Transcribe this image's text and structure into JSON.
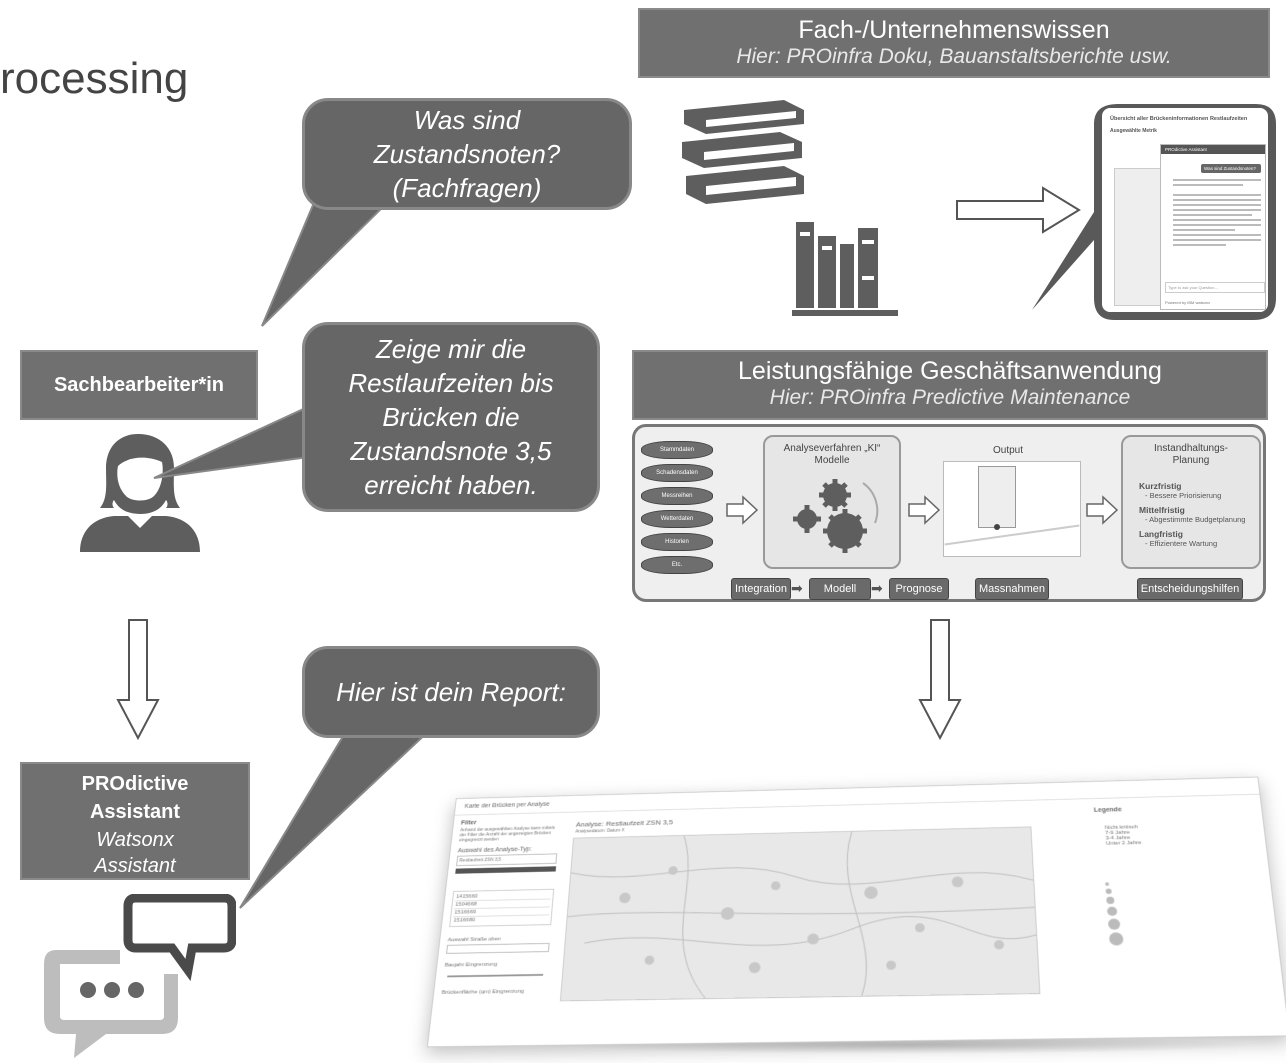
{
  "heading": "rocessing",
  "knowledge": {
    "title": "Fach-/Unternehmenswissen",
    "subtitle": "Hier: PROinfra Doku, Bauanstaltsberichte usw."
  },
  "application": {
    "title": "Leistungsfähige Geschäftsanwendung",
    "subtitle": "Hier: PROinfra Predictive Maintenance"
  },
  "user_role": "Sachbearbeiter*in",
  "assistant": {
    "line1": "PROdictive",
    "line2": "Assistant",
    "line3": "Watsonx",
    "line4": "Assistant"
  },
  "bubbles": {
    "question1": "Was sind Zustandsnoten? (Fachfragen)",
    "question2": "Zeige mir die Restlaufzeiten bis Brücken die Zustandsnote 3,5 erreicht haben.",
    "answer": "Hier ist dein Report:"
  },
  "pipeline": {
    "databases": [
      "Stammdaten",
      "Schadensdaten",
      "Messreihen",
      "Wetterdaten",
      "Historien",
      "Etc."
    ],
    "analysis_title": "Analyseverfahren „KI“ Modelle",
    "output_title": "Output",
    "planning_title": "Instandhaltungs-Planung",
    "planning_items": [
      {
        "term": "Kurzfristig",
        "desc": "- Bessere Priorisierung"
      },
      {
        "term": "Mittelfristig",
        "desc": "- Abgestimmte Budgetplanung"
      },
      {
        "term": "Langfristig",
        "desc": "- Effizientere Wartung"
      }
    ],
    "steps": [
      "Integration",
      "Modell",
      "Prognose",
      "Massnahmen",
      "Entscheidungshilfen"
    ]
  },
  "chat_screenshot": {
    "title": "Übersicht aller Brückeninformationen Restlaufzeiten",
    "metric_label": "Ausgewählte Metrik",
    "popup_title": "PROdictive Assistant",
    "user_msg": "Was sind Zustandsnoten?",
    "input_placeholder": "Type to ask your Question...",
    "footer": "Powered by IBM watsonx"
  },
  "report": {
    "header": "Karte der Brücken per Analyse",
    "filter_title": "Filter",
    "filter_note": "Anhand der ausgewählten Analyse kann mittels der Filter die Anzahl der angezeigten Brücken eingegrenzt werden",
    "analysis_type_label": "Auswahl des Analyse-Typ:",
    "analysis_type_value": "Restlaufzeit ZSN 3,5",
    "map_title": "Analyse: Restlaufzeit ZSN 3,5",
    "map_subtitle": "Analysedatum: Datum X",
    "bridge_numbers": [
      "1415660",
      "1504668",
      "1516669",
      "1516680"
    ],
    "legend_title": "Legende",
    "legend_items": [
      "Nicht kritisch",
      "7-9 Jahre",
      "3-4 Jahre",
      "Unter 2 Jahre"
    ],
    "road_label": "Auswahl Straße oben",
    "year_label": "Baujahr Eingrenzung",
    "area_label": "Brückenfläche (qm) Eingrenzung"
  },
  "colors": {
    "box": "#707070",
    "bubble": "#666666",
    "icon": "#5e5e5e"
  }
}
